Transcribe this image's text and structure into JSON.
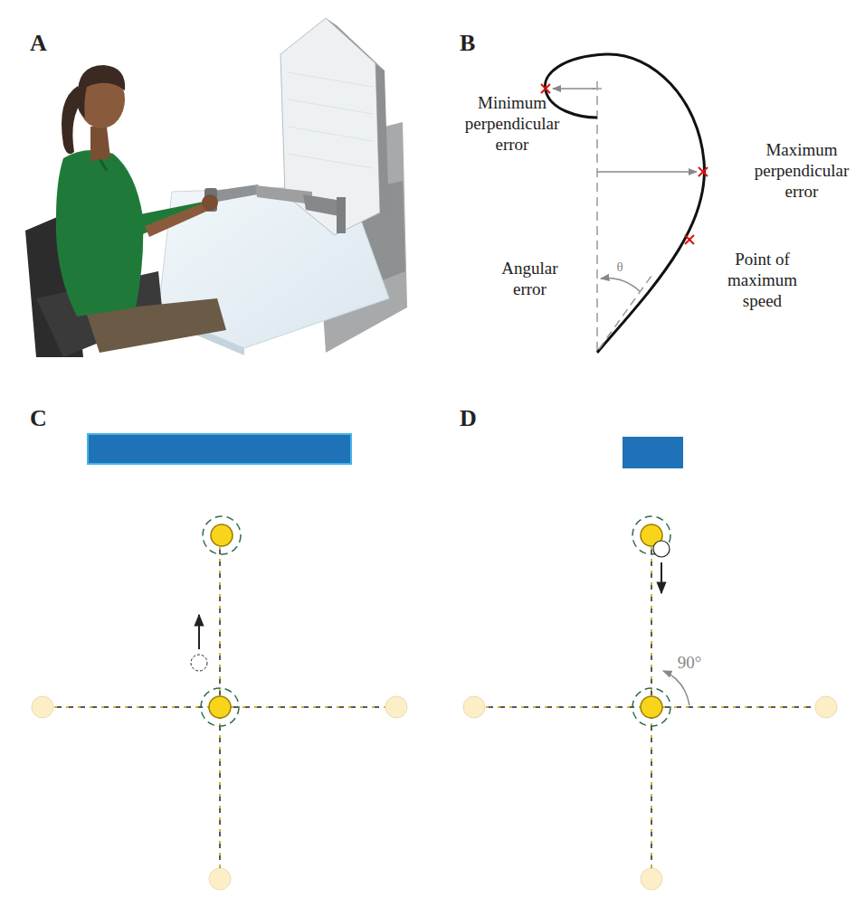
{
  "diagram": {
    "labels": [
      "A",
      "B",
      "C",
      "D",
      "Minimum perpendicular error",
      "Maximum perpendicular error",
      "Point of maximum speed",
      "Angular error",
      "θ",
      "90°"
    ]
  }
}
